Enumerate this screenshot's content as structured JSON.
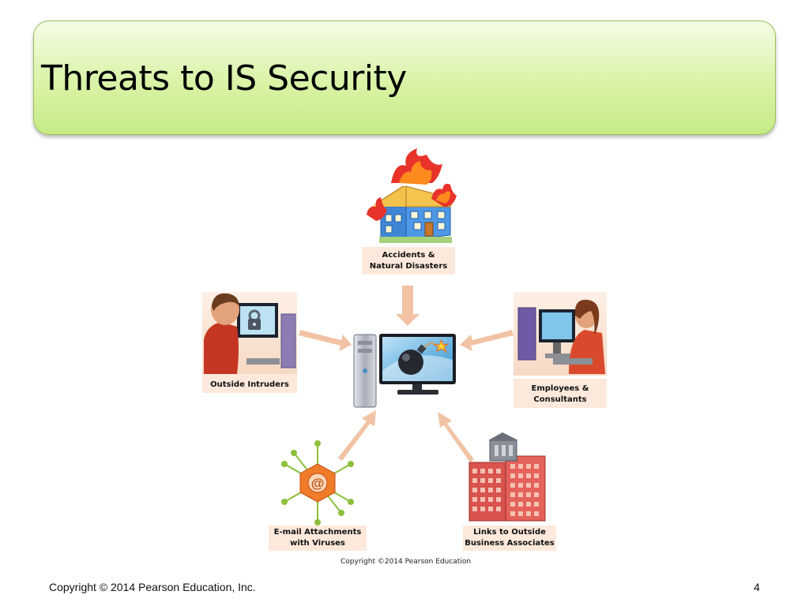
{
  "slide": {
    "title": "Threats to IS Security",
    "footer_copyright": "Copyright © 2014 Pearson Education, Inc.",
    "page_number": "4",
    "figure_credit": "Copyright ©2014 Pearson Education"
  },
  "diagram": {
    "center": "computer-with-bomb",
    "threats": [
      {
        "label": "Accidents &\nNatural Disasters",
        "icon": "burning-house-icon"
      },
      {
        "label": "Outside Intruders",
        "icon": "intruder-at-computer-icon"
      },
      {
        "label": "Employees &\nConsultants",
        "icon": "employee-at-computer-icon"
      },
      {
        "label": "E-mail Attachments\nwith Viruses",
        "icon": "email-virus-icon"
      },
      {
        "label": "Links to Outside\nBusiness Associates",
        "icon": "office-building-icon"
      }
    ]
  },
  "colors": {
    "title_gradient_top": "#f4fde6",
    "title_gradient_bottom": "#c6eb85",
    "label_background": "#fde9dc",
    "arrow": "#f2c4a6"
  }
}
